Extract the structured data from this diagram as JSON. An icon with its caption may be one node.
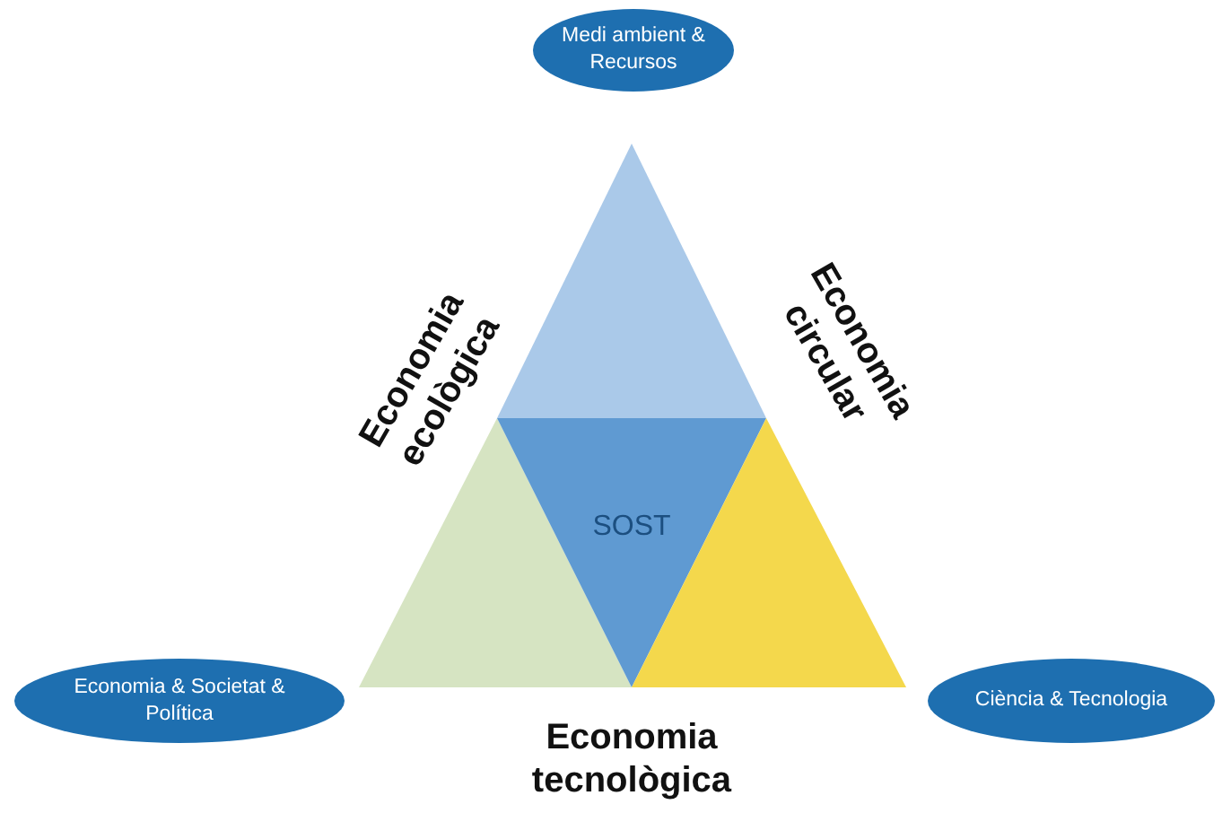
{
  "diagram": {
    "nodes": [
      {
        "text": [
          "Medi ambient & Recursos"
        ]
      },
      {
        "text": [],
        "shape": "triangle"
      },
      {
        "text": [],
        "shape": "triangle"
      },
      {
        "text": [
          "SOST"
        ]
      },
      {
        "text": [],
        "shape": "triangle"
      },
      {
        "text": [
          "Economia & Societat & Política"
        ]
      },
      {
        "text": [
          "Ciència & Tecnologia"
        ]
      }
    ],
    "labels": [
      "Economia ecològica",
      "Economia circular",
      "Economia tecnològica"
    ]
  }
}
